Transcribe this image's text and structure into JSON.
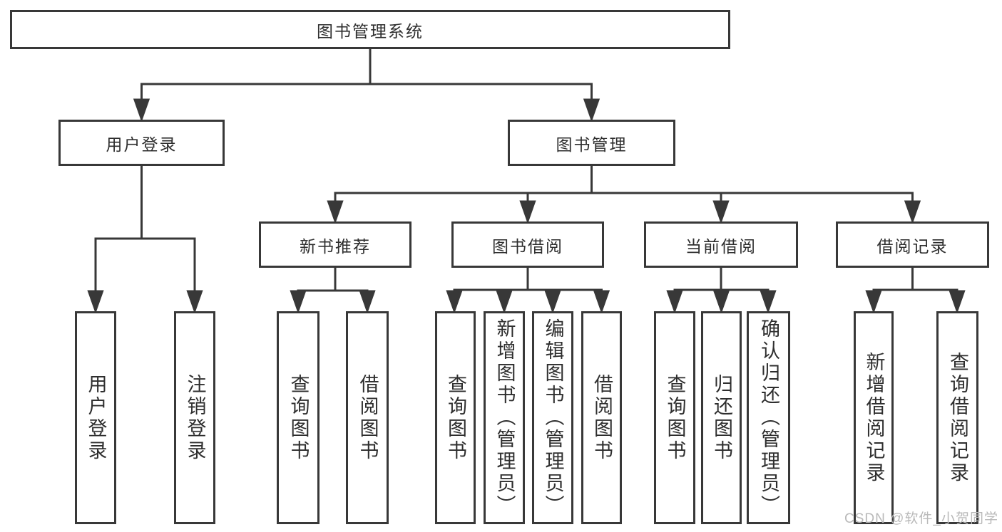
{
  "diagram": {
    "root": {
      "label": "图书管理系统"
    },
    "level2": [
      {
        "label": "用户登录"
      },
      {
        "label": "图书管理"
      }
    ],
    "level3": [
      {
        "label": "新书推荐"
      },
      {
        "label": "图书借阅"
      },
      {
        "label": "当前借阅"
      },
      {
        "label": "借阅记录"
      }
    ],
    "leaves": {
      "user_login": [
        {
          "label": "用户登录"
        },
        {
          "label": "注销登录"
        }
      ],
      "new_book": [
        {
          "label": "查询图书"
        },
        {
          "label": "借阅图书"
        }
      ],
      "book_borrow": [
        {
          "label": "查询图书"
        },
        {
          "label": "新增图书（管理员）"
        },
        {
          "label": "编辑图书（管理员）"
        },
        {
          "label": "借阅图书"
        }
      ],
      "current_borrow": [
        {
          "label": "查询图书"
        },
        {
          "label": "归还图书"
        },
        {
          "label": "确认归还（管理员）"
        }
      ],
      "borrow_record": [
        {
          "label": "新增借阅记录"
        },
        {
          "label": "查询借阅记录"
        }
      ]
    }
  },
  "watermark": "CSDN @软件_小贺同学",
  "colors": {
    "line": "#383838",
    "text": "#2e2e2e",
    "watermark": "#b9b9b9",
    "background": "#ffffff"
  }
}
